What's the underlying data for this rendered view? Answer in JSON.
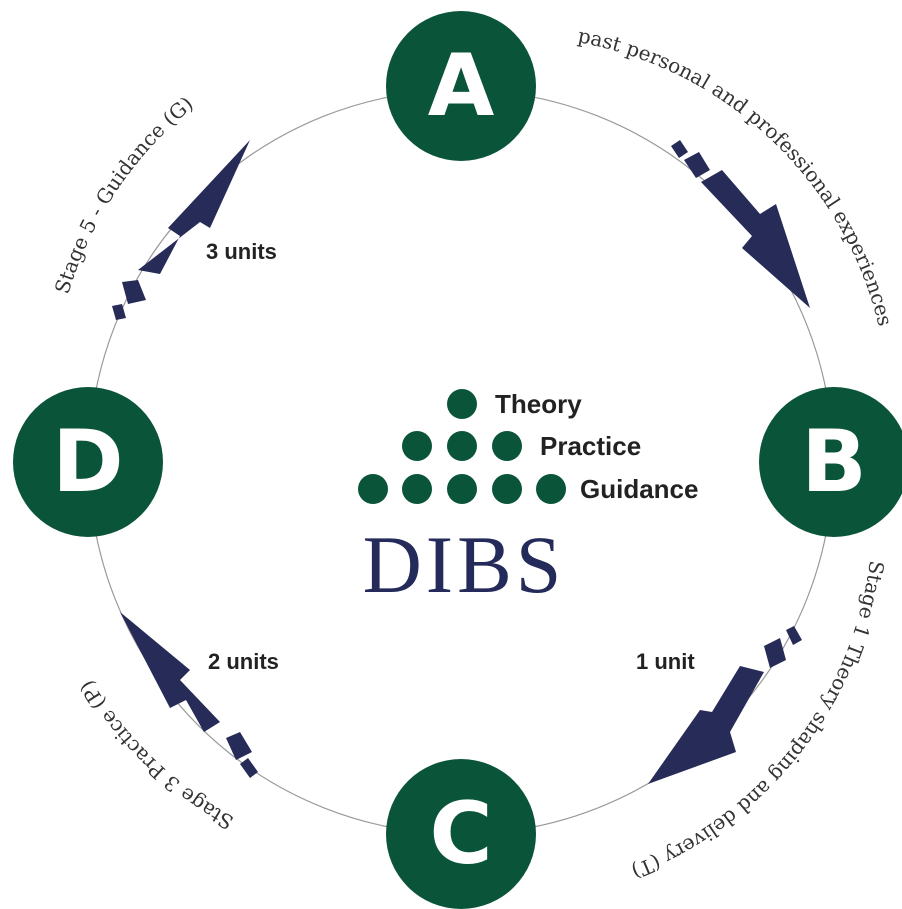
{
  "colors": {
    "node_fill": "#0a553a",
    "arrow_fill": "#262b57",
    "dot_fill": "#0a553a",
    "brand_text": "#242a5a",
    "circle_line": "#9a9a9a"
  },
  "nodes": {
    "a": "A",
    "b": "B",
    "c": "C",
    "d": "D"
  },
  "arc_labels": {
    "a_to_b": "past personal and professional experiences",
    "b_to_c": "Stage 1 Theory shaping and delivery (T)",
    "c_to_d": "Stage 3 Practice (P)",
    "d_to_a": "Stage 5 - Guidance (G)"
  },
  "units": {
    "b_to_c": "1 unit",
    "c_to_d": "2 units",
    "d_to_a": "3 units"
  },
  "legend": {
    "theory": "Theory",
    "practice": "Practice",
    "guidance": "Guidance"
  },
  "brand": "DIBS"
}
